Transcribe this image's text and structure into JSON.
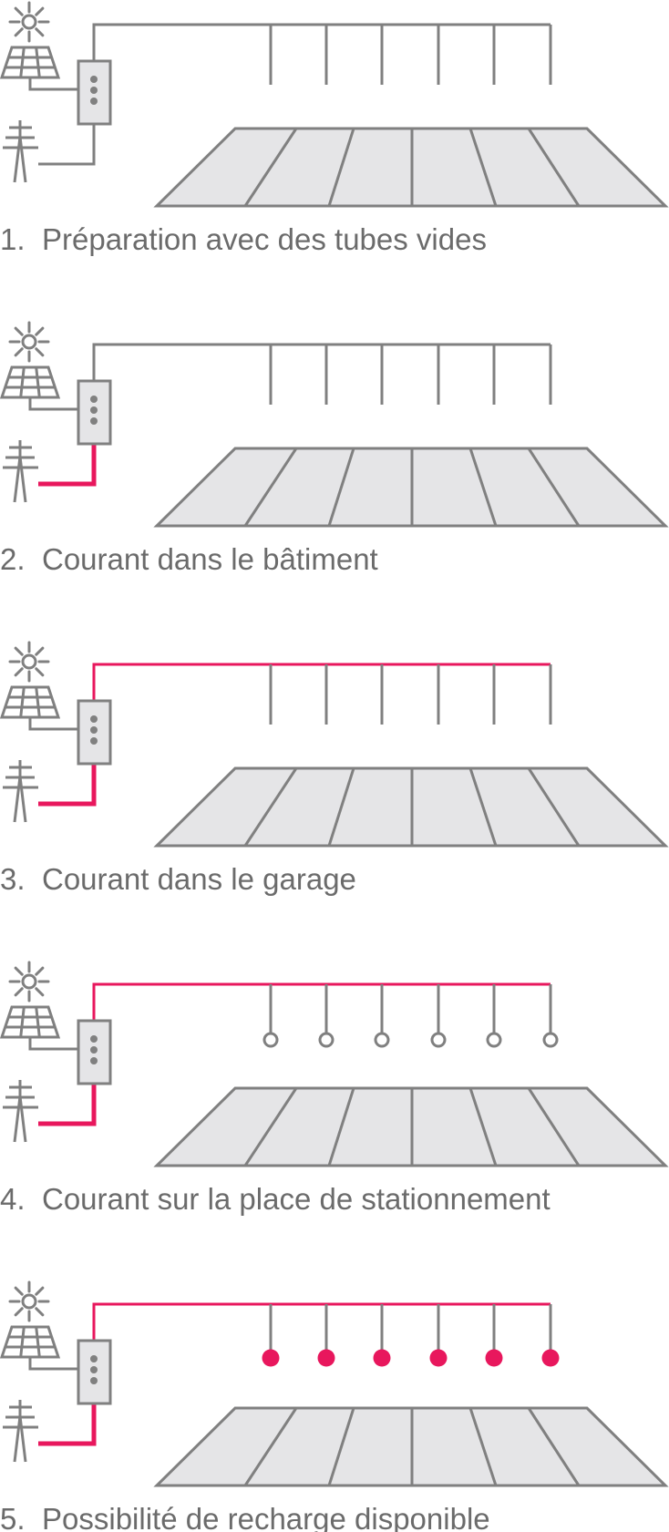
{
  "colors": {
    "line": "#808080",
    "fill": "#e5e5e7",
    "power": "#e8175d",
    "text": "#6b6b6b"
  },
  "steps": [
    {
      "number": "1.",
      "label": "Préparation avec des tubes vides",
      "power_building": false,
      "power_garage": false,
      "outlets": "none"
    },
    {
      "number": "2.",
      "label": "Courant dans le bâtiment",
      "power_building": true,
      "power_garage": false,
      "outlets": "none"
    },
    {
      "number": "3.",
      "label": "Courant dans le garage",
      "power_building": true,
      "power_garage": true,
      "outlets": "none"
    },
    {
      "number": "4.",
      "label": "Courant sur la place de stationnement",
      "power_building": true,
      "power_garage": true,
      "outlets": "installed"
    },
    {
      "number": "5.",
      "label": "Possibilité de recharge disponible",
      "power_building": true,
      "power_garage": true,
      "outlets": "active"
    }
  ]
}
